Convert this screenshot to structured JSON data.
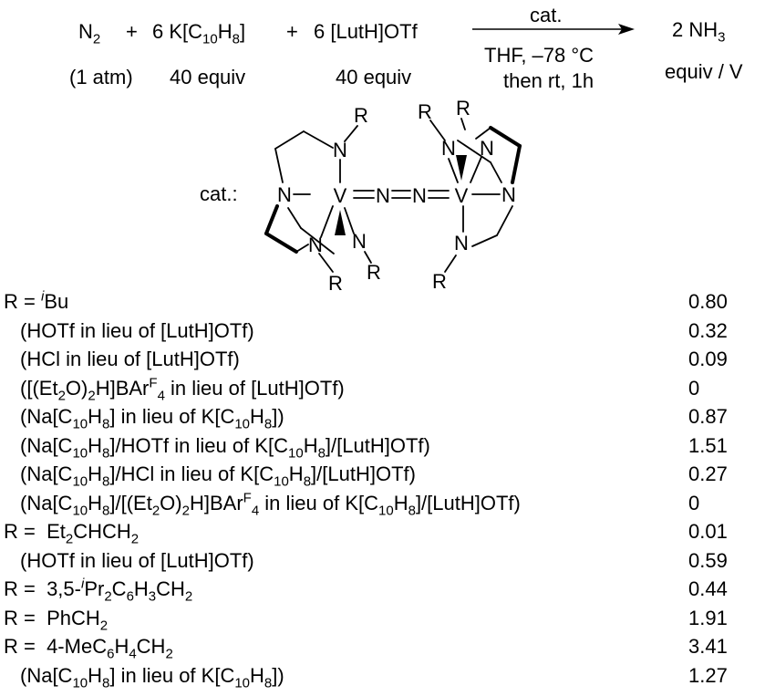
{
  "reaction": {
    "reagent1": "N",
    "reagent1_sub": "2",
    "plus1": "+",
    "reagent2_pre": "6 K[C",
    "reagent2_sub1": "10",
    "reagent2_mid": "H",
    "reagent2_sub2": "8",
    "reagent2_post": "]",
    "plus2": "+",
    "reagent3": "6 [LutH]OTf",
    "arrow_above": "cat.",
    "arrow_below_1": "THF, –78 °C",
    "arrow_below_2": "then rt, 1h",
    "product_pre": "2 NH",
    "product_sub": "3",
    "under1": "(1 atm)",
    "under2": "40 equiv",
    "under3": "40 equiv",
    "product_unit": "equiv / V"
  },
  "catalyst": {
    "label": "cat.:",
    "atoms": {
      "N": "N",
      "V": "V",
      "R": "R"
    }
  },
  "table": {
    "rows": [
      {
        "indent": false,
        "cond_html": "R = <sup><i>i</i></sup>Bu",
        "value": "0.80"
      },
      {
        "indent": true,
        "cond_html": "(HOTf in lieu of [LutH]OTf)",
        "value": "0.32"
      },
      {
        "indent": true,
        "cond_html": "(HCl in lieu of [LutH]OTf)",
        "value": "0.09"
      },
      {
        "indent": true,
        "cond_html": "([(Et<sub>2</sub>O)<sub>2</sub>H]BAr<sup>F</sup><sub>4</sub> in lieu of [LutH]OTf)",
        "value": "0"
      },
      {
        "indent": true,
        "cond_html": "(Na[C<sub>10</sub>H<sub>8</sub>] in lieu of K[C<sub>10</sub>H<sub>8</sub>])",
        "value": "0.87"
      },
      {
        "indent": true,
        "cond_html": "(Na[C<sub>10</sub>H<sub>8</sub>]/HOTf in lieu of K[C<sub>10</sub>H<sub>8</sub>]/[LutH]OTf)",
        "value": "1.51"
      },
      {
        "indent": true,
        "cond_html": "(Na[C<sub>10</sub>H<sub>8</sub>]/HCl in lieu of K[C<sub>10</sub>H<sub>8</sub>]/[LutH]OTf)",
        "value": "0.27"
      },
      {
        "indent": true,
        "cond_html": "(Na[C<sub>10</sub>H<sub>8</sub>]/[(Et<sub>2</sub>O)<sub>2</sub>H]BAr<sup>F</sup><sub>4</sub> in lieu of K[C<sub>10</sub>H<sub>8</sub>]/[LutH]OTf)",
        "value": "0"
      },
      {
        "indent": false,
        "cond_html": "R =&nbsp; Et<sub>2</sub>CHCH<sub>2</sub>",
        "value": "0.01"
      },
      {
        "indent": true,
        "cond_html": "(HOTf in lieu of [LutH]OTf)",
        "value": "0.59"
      },
      {
        "indent": false,
        "cond_html": "R =&nbsp; 3,5-<sup><i>i</i></sup>Pr<sub>2</sub>C<sub>6</sub>H<sub>3</sub>CH<sub>2</sub>",
        "value": "0.44"
      },
      {
        "indent": false,
        "cond_html": "R =&nbsp; PhCH<sub>2</sub>",
        "value": "1.91"
      },
      {
        "indent": false,
        "cond_html": "R =&nbsp; 4-MeC<sub>6</sub>H<sub>4</sub>CH<sub>2</sub>",
        "value": "3.41"
      },
      {
        "indent": true,
        "cond_html": "(Na[C<sub>10</sub>H<sub>8</sub>] in lieu of K[C<sub>10</sub>H<sub>8</sub>])",
        "value": "1.27"
      }
    ]
  }
}
